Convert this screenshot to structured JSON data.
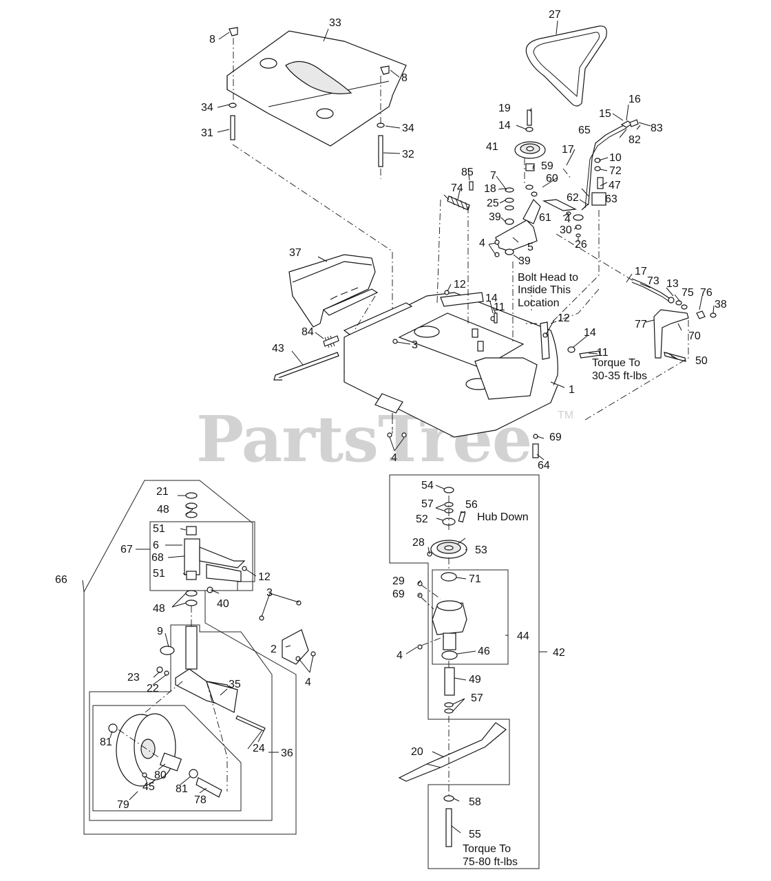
{
  "watermark": {
    "text": "PartsTree",
    "trademark": "TM"
  },
  "notes": {
    "bolt_head": [
      "Bolt Head to",
      "Inside This",
      "Location"
    ],
    "torque_30": [
      "Torque To",
      "30-35 ft-lbs"
    ],
    "hub_down": "Hub Down",
    "torque_75": [
      "Torque To",
      "75-80 ft-lbs"
    ]
  },
  "callouts": [
    "1",
    "2",
    "3",
    "4",
    "5",
    "6",
    "7",
    "8",
    "9",
    "10",
    "11",
    "12",
    "13",
    "14",
    "15",
    "16",
    "17",
    "18",
    "19",
    "20",
    "21",
    "22",
    "23",
    "24",
    "25",
    "26",
    "27",
    "28",
    "29",
    "30",
    "31",
    "32",
    "33",
    "34",
    "35",
    "36",
    "37",
    "38",
    "39",
    "40",
    "41",
    "42",
    "43",
    "44",
    "45",
    "46",
    "47",
    "48",
    "49",
    "50",
    "51",
    "52",
    "53",
    "54",
    "55",
    "56",
    "57",
    "58",
    "59",
    "60",
    "61",
    "62",
    "63",
    "64",
    "65",
    "66",
    "67",
    "68",
    "69",
    "70",
    "71",
    "72",
    "73",
    "74",
    "75",
    "76",
    "77",
    "78",
    "79",
    "80",
    "81",
    "82",
    "83",
    "84",
    "85"
  ]
}
